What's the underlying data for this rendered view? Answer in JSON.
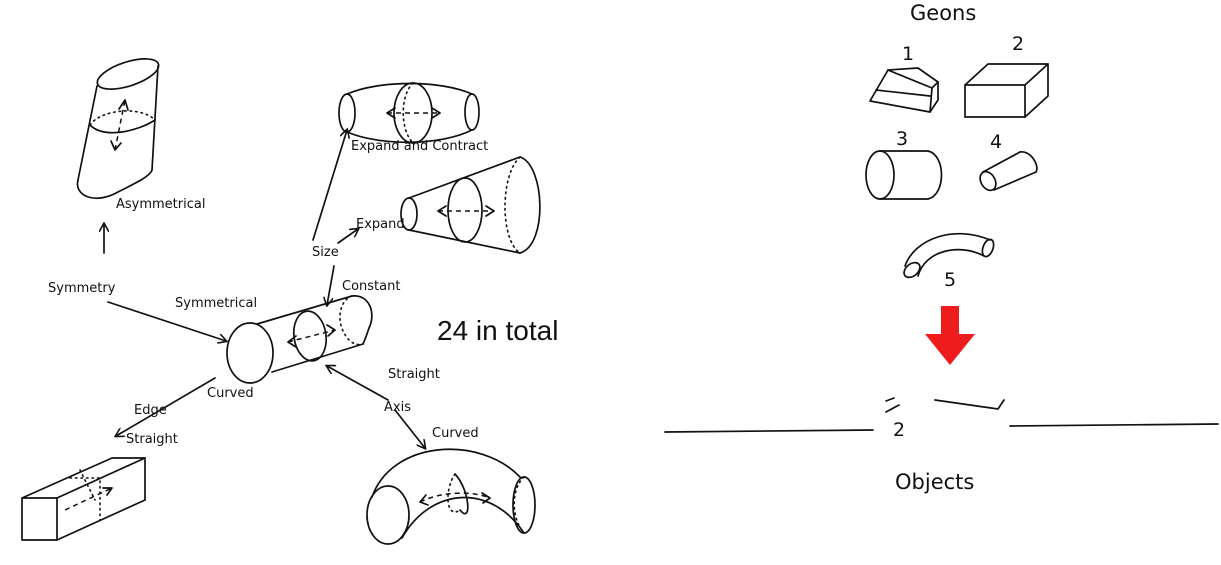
{
  "left_diagram": {
    "labels": {
      "asymmetrical": "Asymmetrical",
      "symmetry": "Symmetry",
      "symmetrical": "Symmetrical",
      "expand_and_contract": "Expand and Contract",
      "size": "Size",
      "expand": "Expand",
      "constant": "Constant",
      "edge": "Edge",
      "curved_edge": "Curved",
      "straight_edge": "Straight",
      "straight_axis": "Straight",
      "axis": "Axis",
      "curved_axis": "Curved"
    }
  },
  "total_note": "24 in total",
  "right_diagram": {
    "title": "Geons",
    "geon_numbers": [
      "1",
      "2",
      "3",
      "4",
      "5"
    ],
    "object_fragment_text": "2",
    "objects_label": "Objects",
    "arrow_color": "#ee1c1c"
  }
}
